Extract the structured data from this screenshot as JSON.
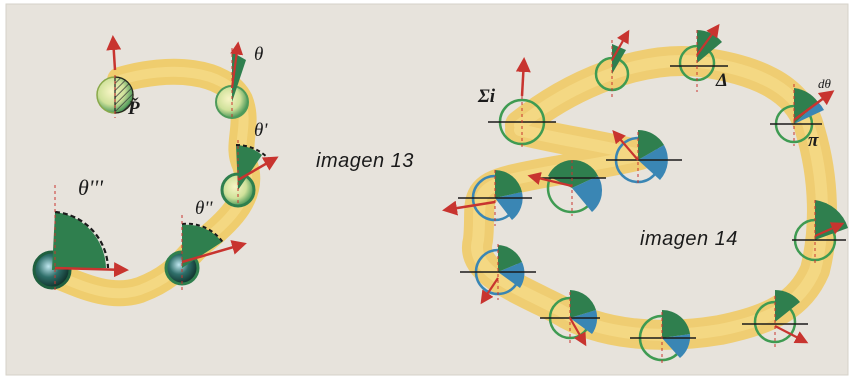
{
  "colors": {
    "paper": "#e7e3dc",
    "band": "#f2c54a",
    "band_light": "#f6dd8a",
    "green": "#2f7f4e",
    "green_dark": "#1f5f3f",
    "blue": "#3a86b4",
    "arrow": "#c8342f",
    "ink": "#1b1b1b"
  },
  "figure13": {
    "caption": "imagen 13",
    "labels": {
      "p": "P̌",
      "theta": "θ",
      "theta1": "θ'",
      "theta2": "θ''",
      "theta3": "θ'''"
    }
  },
  "figure14": {
    "caption": "imagen 14",
    "labels": {
      "sigma": "Σi",
      "delta": "Δ",
      "dtheta": "dθ",
      "pi": "π"
    }
  }
}
